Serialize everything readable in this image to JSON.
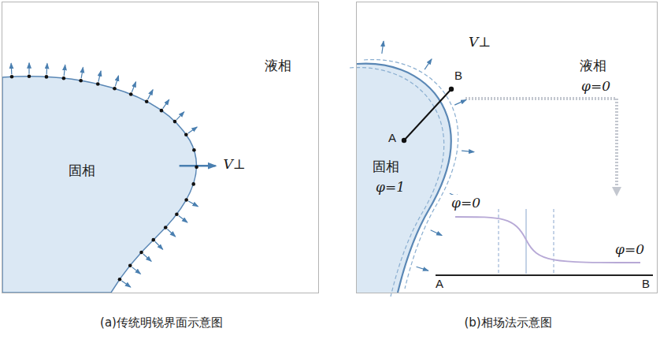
{
  "diagram": {
    "nodes": [
      {
        "text": [
          "液相"
        ]
      },
      {
        "text": [
          "固相"
        ],
        "in": 0
      },
      {
        "text": [
          "液相",
          "φ=0"
        ]
      },
      {
        "text": [
          "固相",
          "φ=1"
        ],
        "in": 2
      }
    ],
    "labels": [
      "V⊥",
      "(a)传统明锐界面示意图",
      "V⊥",
      "A",
      "B",
      "φ=0",
      "φ=0",
      "A",
      "B",
      "(b)相场法示意图"
    ]
  }
}
